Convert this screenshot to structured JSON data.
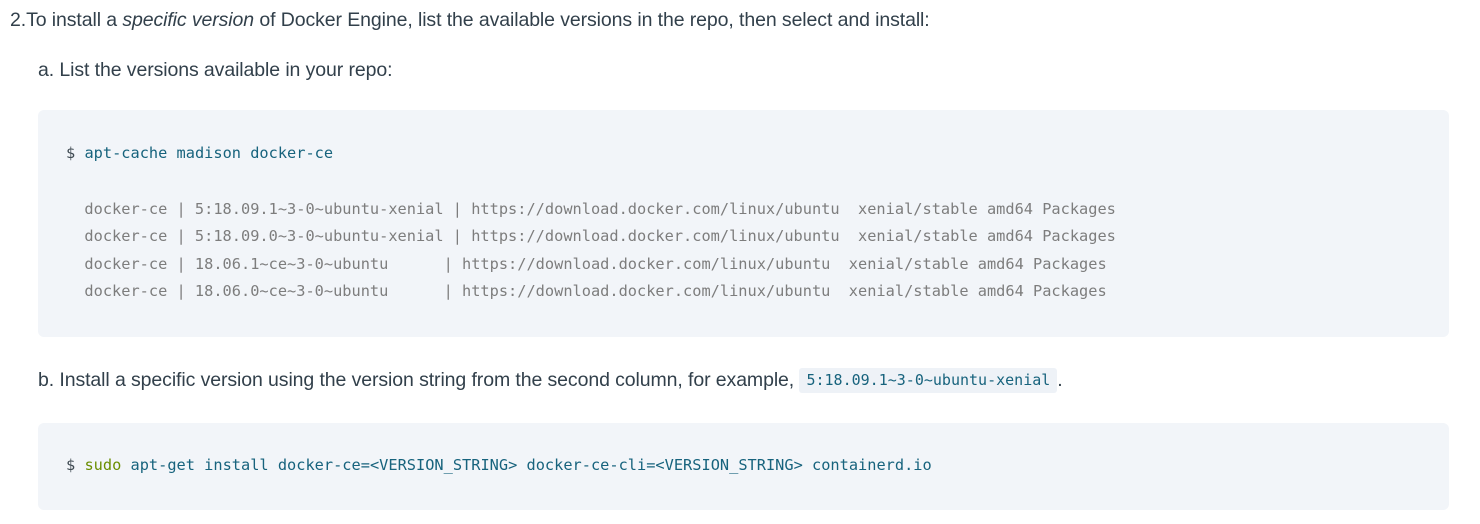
{
  "doc": {
    "step": {
      "number": "2.",
      "text_before": "To install a ",
      "emphasis": "specific version",
      "text_after": " of Docker Engine, list the available versions in the repo, then select and install:"
    },
    "substep_a": {
      "label": "a.",
      "text": "List the versions available in your repo:"
    },
    "substep_b": {
      "label": "b.",
      "text_before": "Install a specific version using the version string from the second column, for example,",
      "inline_code": "5:18.09.1~3-0~ubuntu-xenial",
      "text_after": "."
    },
    "code_block_1": {
      "prompt": "$",
      "command": "apt-cache madison docker-ce",
      "output_rows": [
        "  docker-ce | 5:18.09.1~3-0~ubuntu-xenial | https://download.docker.com/linux/ubuntu  xenial/stable amd64 Packages",
        "  docker-ce | 5:18.09.0~3-0~ubuntu-xenial | https://download.docker.com/linux/ubuntu  xenial/stable amd64 Packages",
        "  docker-ce | 18.06.1~ce~3-0~ubuntu      | https://download.docker.com/linux/ubuntu  xenial/stable amd64 Packages",
        "  docker-ce | 18.06.0~ce~3-0~ubuntu      | https://download.docker.com/linux/ubuntu  xenial/stable amd64 Packages"
      ]
    },
    "code_block_2": {
      "prompt": "$",
      "builtin": "sudo",
      "command": " apt-get install docker-ce=<VERSION_STRING> docker-ce-cli=<VERSION_STRING> containerd.io"
    },
    "colors": {
      "code_background": "#f2f5f9",
      "command_text": "#17637d",
      "builtin_text": "#6a8e00",
      "output_text": "#7d7d7d",
      "prompt_text": "#3f4a52",
      "body_text": "#32404b",
      "inline_code_background": "#eef2f7"
    }
  }
}
